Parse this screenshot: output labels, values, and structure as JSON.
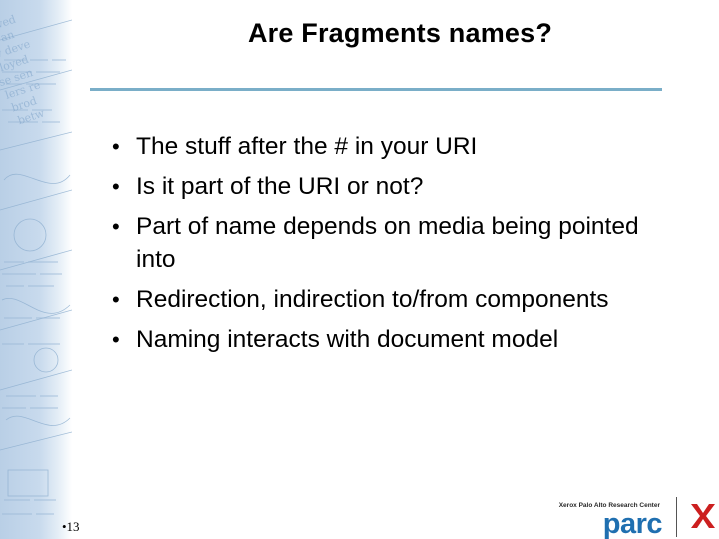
{
  "slide": {
    "title": "Are Fragments names?",
    "bullets": [
      "The stuff after the # in your URI",
      "Is it part of the URI or not?",
      "Part of name depends on media being pointed into",
      "Redirection, indirection to/from components",
      "Naming interacts with document model"
    ],
    "bullet_glyph": "•",
    "page_number": "•13"
  },
  "logo": {
    "subtitle": "Xerox Palo Alto Research Center",
    "wordmark": "parc",
    "brand_color": "#1f6fb0",
    "x_color": "#cc1f1f"
  },
  "colors": {
    "title_rule": "#7aaec8",
    "sidebar": "#c8daed"
  }
}
